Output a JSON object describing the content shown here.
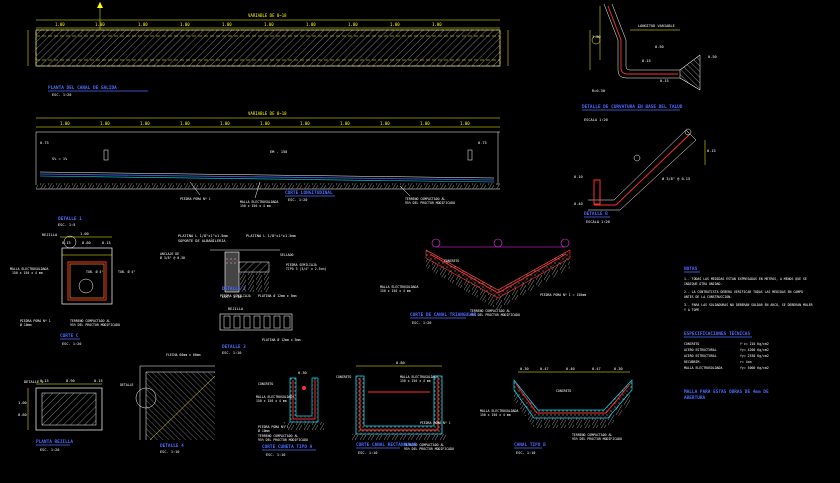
{
  "drawing": {
    "strip_plan": {
      "dims": [
        "VARIABLE DE 8~18",
        "1.00",
        "1.00",
        "1.00",
        "1.00",
        "1.00",
        "1.00",
        "1.00",
        "1.00",
        "1.00",
        "1.00"
      ],
      "title": "PLANTA DEL CANAL DE SALIDA",
      "scale": "ESC. 1:20"
    },
    "long_section": {
      "dims": [
        "VARIABLE DE 8~18",
        "1.00",
        "1.00",
        "1.00",
        "1.00",
        "1.00",
        "1.00",
        "1.00",
        "1.00",
        "1.00",
        "1.00",
        "1.00"
      ],
      "label_left": "0.75",
      "label_slope": "S% = 1%",
      "label_mid": "EM - 150",
      "label_right": "0.75",
      "note_1": "PIEDRA POMA Nº 1",
      "note_2": "MALLA ELECTROSOLDADA",
      "note_3": "150 x 150 x 4 mm",
      "note_4": "TERRENO COMPACTADO AL",
      "note_5": "95% DEL PROCTOR MODIFICADO",
      "title": "CORTE LONGITUDINAL",
      "scale": "ESC. 1:20"
    },
    "detail_a": {
      "dims": [
        "LONGITUD VARIABLE",
        "1.00",
        "0.50",
        "0.15",
        "0.15",
        "R=0.30",
        "0.50"
      ],
      "title": "DETALLE DE CURVATURA EN BASE DEL TALUD",
      "scale": "ESCALA 1:20"
    },
    "detail_b": {
      "labels": [
        "0.15",
        "0.10",
        "Ø 3/8\" @ 0.15",
        "0.40"
      ],
      "title": "DETALLE B",
      "scale": "ESCALA 1:20"
    },
    "box_section": {
      "labels": [
        "1.00",
        "0.15",
        "0.60",
        "0.15",
        "REJILLA",
        "MALLA ELECTROSOLDADA",
        "150 x 150 x 4 mm",
        "TUB. Ø 4\"",
        "TUB. Ø 4\"",
        "PIEDRA POMA Nº 1",
        "Ø 10mm",
        "TERRENO COMPACTADO AL",
        "95% DEL PROCTOR MODIFICADO"
      ],
      "title": "CORTE C",
      "scale": "ESC. 1:20"
    },
    "small_detail_top": {
      "title": "DETALLE 1",
      "scale": "ESC. 1:5"
    },
    "grate_detail": {
      "labels": [
        "PLATINA L 1/8\"x1\"x1.5mm",
        "SOPORTE DE ALBAÑILERIA",
        "PLATINA L 1/8\"x1\"x1.5mm",
        "ANCLAJE DE",
        "Ø 3/8\" @ 0.30",
        "SELLADO",
        "PIEDRA SEMILIAJA",
        "TIPO 3 (3/4\" x 2.5cm)",
        "PIEDRA SEMILIAJA",
        "PLATINA Ø 12mm x 5mm"
      ],
      "detail_title": "DETALLE 2",
      "detail_scale": "ESC. 1:10"
    },
    "rejilla": {
      "title": "REJILLA",
      "label": "PLATINA Ø 12mm x 5mm",
      "detail_title": "DETALLE 3",
      "detail_scale": "ESC. 1:10"
    },
    "v_channel": {
      "labels": [
        "MALLA ELECTROSOLDADA",
        "150 x 150 x 4 mm",
        "CONCRETO",
        "PIEDRA POMA Nº 1 = 150mm",
        "TERRENO COMPACTADO AL",
        "95% DEL PROCTOR MODIFICADO"
      ],
      "title": "CORTE DE CANAL TRIANGULAR",
      "scale": "ESC. 1:20"
    },
    "notes": {
      "header": "NOTAS",
      "lines": [
        "1.-  TODAS LAS MEDIDAS ESTAN EXPRESADAS EN METROS, A MENOS QUE SE",
        "      INDIQUE OTRA UNIDAD.",
        "2.-  LA CONTRATISTA DEBERA VERIFICAR TODAS LAS MEDIDAS EN CAMPO",
        "      ANTES DE LA CONSTRUCCION.",
        "3.-  PARA LAS SOLDADURAS NO DEBERAN SOLDAR EN ARCO, SE DEBERAN MOLER",
        "      Y A TOPE."
      ]
    },
    "specs": {
      "header": "ESPECIFICACIONES TECNICAS",
      "rows": [
        [
          "CONCRETO",
          "f'c= 210 Kg/cm2"
        ],
        [
          "ACERO ESTRUCTURAL",
          "fy= 4200 Kg/cm2"
        ],
        [
          "ACERO ESTRUCTURAL",
          "fy= 2530 Kg/cm2"
        ],
        [
          "RECUBRIM.",
          "r= 4cm"
        ],
        [
          "MALLA ELECTROSOLDADA",
          "fy= 5000 Kg/cm2"
        ]
      ],
      "footer_1": "MALLA PARA ESTAS OBRAS DE 4mm DE",
      "footer_2": "ABERTURA"
    },
    "plan_small": {
      "labels": [
        "DETALLE 5",
        "0.15",
        "0.90",
        "0.15",
        "1.00",
        "0.60"
      ],
      "title": "PLANTA REJILLA",
      "scale": "ESC. 1:20"
    },
    "corner_detail": {
      "labels": [
        "FLECHA 60mm x 60mm",
        "DETALLE"
      ],
      "title": "DETALLE 4",
      "scale": "ESC. 1:10"
    },
    "box_small": {
      "labels": [
        "0.30",
        "CONCRETO",
        "MALLA ELECTROSOLDADA",
        "150 x 150 x 4 mm",
        "PIEDRA POMA Nº 1",
        "Ø 10mm",
        "TERRENO COMPACTADO AL",
        "95% DEL PROCTOR MODIFICADO"
      ],
      "title": "CORTE CUNETA TIPO A",
      "scale": "ESC. 1:10"
    },
    "channel_rect": {
      "labels": [
        "CONCRETO",
        "0.80",
        "MALLA ELECTROSOLDADA",
        "150 x 150 x 4 mm",
        "PIEDRA POMA Nº 1",
        "TERRENO COMPACTADO AL",
        "95% DEL PROCTOR MODIFICADO"
      ],
      "title": "CORTE CANAL RECTANGULAR",
      "scale": "ESC. 1:10"
    },
    "channel_trap": {
      "labels": [
        "0.30",
        "0.47",
        "0.40",
        "0.47",
        "0.30",
        "CONCRETO",
        "MALLA ELECTROSOLDADA",
        "150 x 150 x 4 mm",
        "TERRENO COMPACTADO AL",
        "95% DEL PROCTOR MODIFICADO"
      ],
      "title": "CANAL TIPO B",
      "scale": "ESC. 1:10"
    }
  }
}
